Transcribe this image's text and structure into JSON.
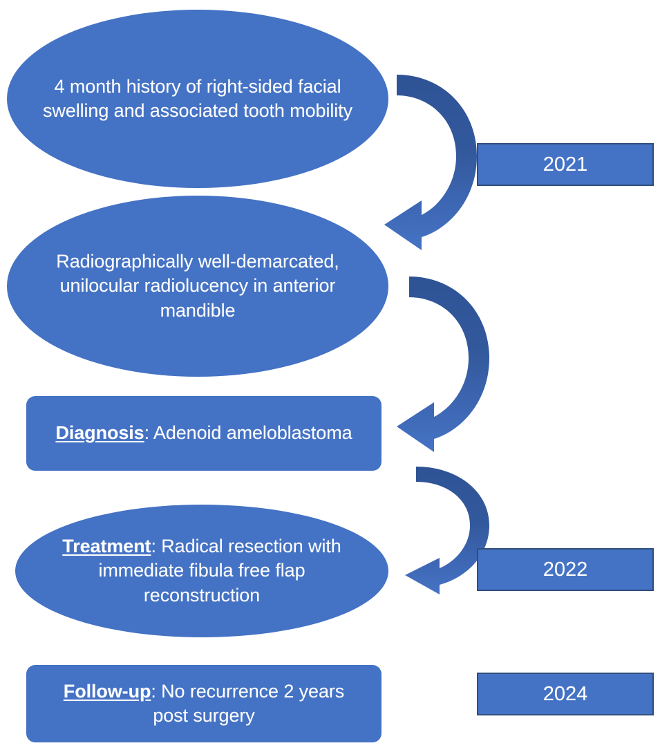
{
  "diagram": {
    "type": "flowchart",
    "orientation": "vertical",
    "theme": {
      "shape_fill": "#4472C4",
      "shape_text": "#FFFFFF",
      "chip_border": "#2F4E7C",
      "arrow_dark": "#2E5395",
      "arrow_light": "#4573C4",
      "background": "#FFFFFF"
    },
    "nodes": [
      {
        "id": "history",
        "shape": "ellipse",
        "key_label": "",
        "text": "4 month history of right-sided facial swelling and associated tooth mobility"
      },
      {
        "id": "radiograph",
        "shape": "ellipse",
        "key_label": "",
        "text": "Radiographically well-demarcated, unilocular radiolucency in anterior mandible"
      },
      {
        "id": "diagnosis",
        "shape": "rounded-rectangle",
        "key_label": "Diagnosis",
        "text": ": Adenoid ameloblastoma"
      },
      {
        "id": "treatment",
        "shape": "ellipse",
        "key_label": "Treatment",
        "text": ": Radical resection with immediate fibula free flap reconstruction"
      },
      {
        "id": "followup",
        "shape": "rounded-rectangle",
        "key_label": "Follow-up",
        "text": ": No recurrence 2 years post surgery"
      }
    ],
    "connectors": [
      {
        "id": "arrow-1",
        "from": "history",
        "to": "radiograph",
        "style": "curved-arc-arrow",
        "direction": "down"
      },
      {
        "id": "arrow-2",
        "from": "radiograph",
        "to": "diagnosis",
        "style": "curved-arc-arrow",
        "direction": "down"
      },
      {
        "id": "arrow-3",
        "from": "diagnosis",
        "to": "treatment",
        "style": "curved-arc-arrow",
        "direction": "down"
      }
    ],
    "year_chips": [
      {
        "id": "year-2021",
        "label": "2021"
      },
      {
        "id": "year-2022",
        "label": "2022"
      },
      {
        "id": "year-2024",
        "label": "2024"
      }
    ]
  }
}
